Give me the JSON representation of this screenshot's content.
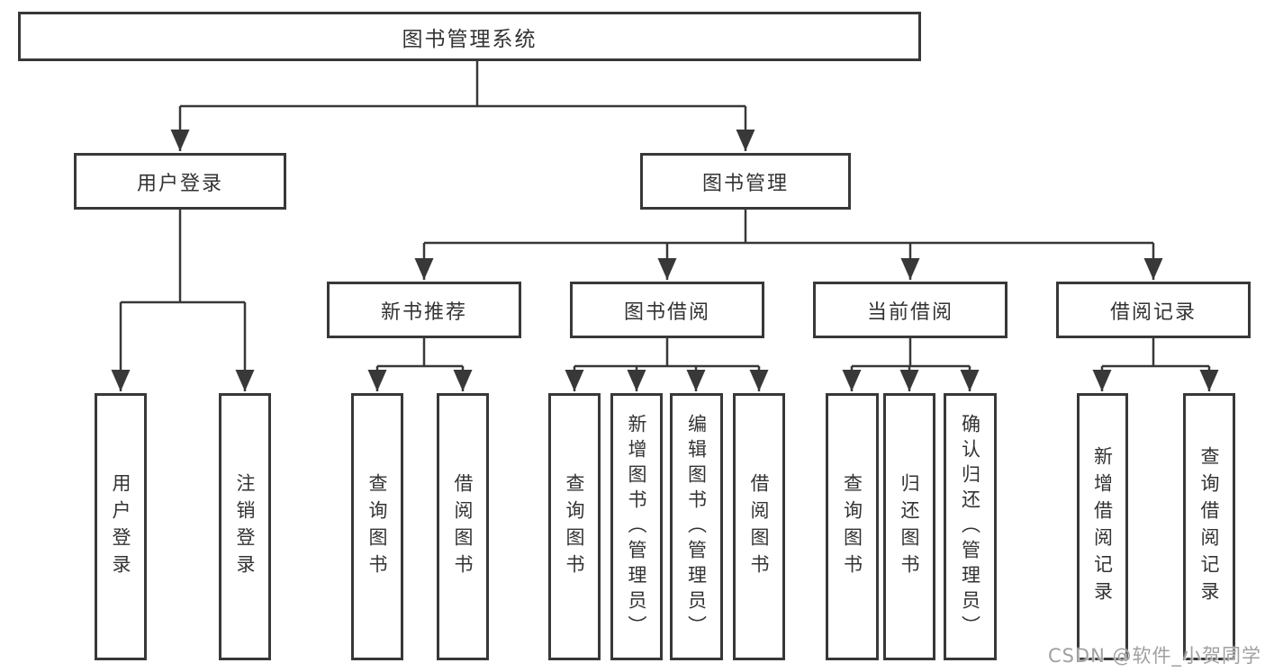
{
  "tree": {
    "label": "图书管理系统",
    "children": [
      {
        "label": "用户登录",
        "children": [
          {
            "label": "用户登录"
          },
          {
            "label": "注销登录"
          }
        ]
      },
      {
        "label": "图书管理",
        "children": [
          {
            "label": "新书推荐",
            "children": [
              {
                "label": "查询图书"
              },
              {
                "label": "借阅图书"
              }
            ]
          },
          {
            "label": "图书借阅",
            "children": [
              {
                "label": "查询图书"
              },
              {
                "label": "新增图书（管理员）"
              },
              {
                "label": "编辑图书（管理员）"
              },
              {
                "label": "借阅图书"
              }
            ]
          },
          {
            "label": "当前借阅",
            "children": [
              {
                "label": "查询图书"
              },
              {
                "label": "归还图书"
              },
              {
                "label": "确认归还（管理员）"
              }
            ]
          },
          {
            "label": "借阅记录",
            "children": [
              {
                "label": "新增借阅记录"
              },
              {
                "label": "查询借阅记录"
              }
            ]
          }
        ]
      }
    ]
  },
  "watermark": {
    "text": "CSDN @软件_小贺同学"
  },
  "colors": {
    "line": "#383838",
    "text": "#333333",
    "watermark": "#a0a0a0",
    "background": "#ffffff"
  }
}
